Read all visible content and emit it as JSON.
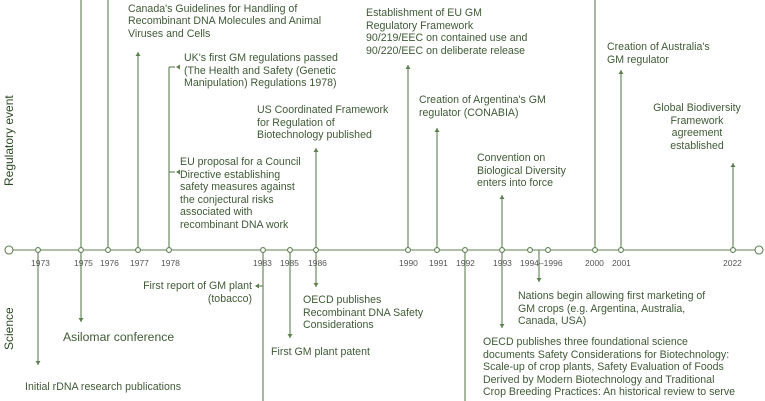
{
  "axes": {
    "top_label": "Regulatory event",
    "bottom_label": "Science"
  },
  "colors": {
    "line": "#5f7f52",
    "text": "#3f5a36"
  },
  "years": [
    "1973",
    "1975",
    "1976",
    "1977",
    "1978",
    "1983",
    "1985",
    "1986",
    "1990",
    "1991",
    "1992",
    "1993",
    "1994–1996",
    "2000",
    "2001",
    "2022"
  ],
  "regulatory": {
    "canada_guidelines": "Medical Research Council of\nCanada's Guidelines for Handling of\nRecombinant DNA Molecules and Animal\nViruses and Cells",
    "uk_regs": "UK's first GM regulations passed\n(The Health and Safety (Genetic\nManipulation) Regulations 1978)",
    "eu_proposal": "EU proposal for a Council\nDirective establishing\nsafety measures against\nthe conjectural risks\nassociated with\nrecombinant DNA work",
    "us_framework": "US Coordinated Framework\nfor Regulation of\nBiotechnology published",
    "eu_framework": "Establishment of EU GM\nRegulatory Framework\n90/219/EEC on contained use and\n90/220/EEC on deliberate release",
    "argentina": "Creation of Argentina's GM\nregulator (CONABIA)",
    "biodiversity": "Convention on\nBiological Diversity\nenters into force",
    "australia": "Creation of Australia's\nGM regulator",
    "gbf": "Global Biodiversity\nFramework\nagreement\nestablished"
  },
  "science": {
    "first_gm_plant": "First report of GM plant\n(tobacco)",
    "oecd_rdna": "OECD publishes\nRecombinant DNA Safety\nConsiderations",
    "asilomar": "Asilomar conference",
    "gm_patent": "First GM plant patent",
    "marketing": "Nations begin allowing first marketing of\nGM crops (e.g. Argentina, Australia,\nCanada, USA)",
    "oecd_three": "OECD publishes three foundational science\ndocuments Safety Considerations for Biotechnology:\nScale-up of crop plants, Safety Evaluation of Foods\nDerived by Modern Biotechnology and Traditional\nCrop Breeding Practices: An historical review to serve",
    "initial_rdna": "Initial rDNA research publications"
  }
}
